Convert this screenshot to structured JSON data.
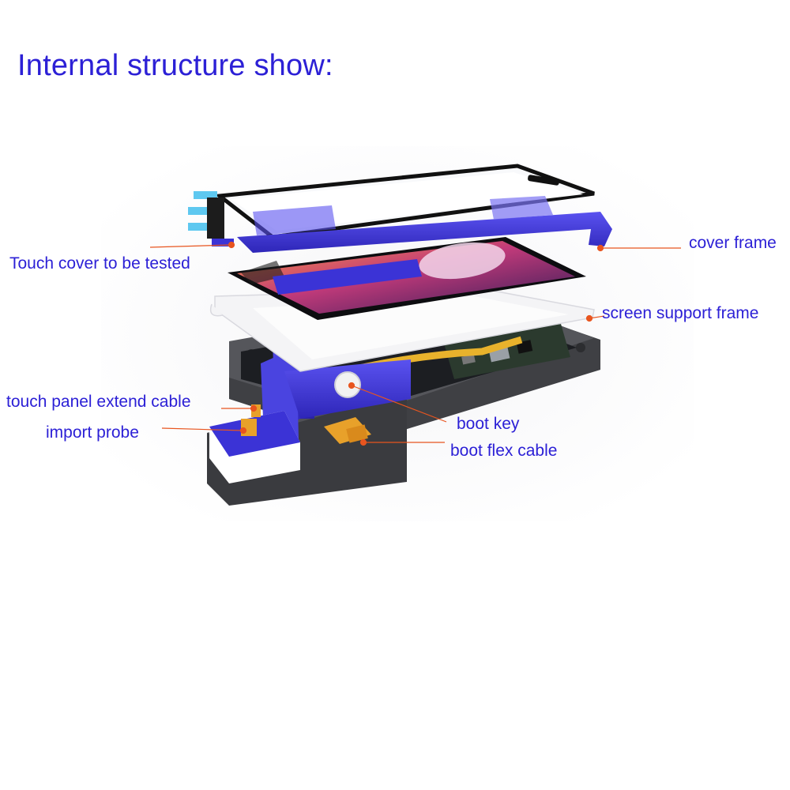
{
  "title": "Internal structure show:",
  "colors": {
    "text": "#2c20d6",
    "leader": "#e8551f",
    "accent_blue": "#3b33d6",
    "base_gray": "#4a4b4f",
    "flex_orange": "#e8a12a"
  },
  "callouts": {
    "cover_frame": "cover frame",
    "touch_cover": "Touch cover to be tested",
    "screen_support_frame": "screen support frame",
    "touch_panel_extend_cable": "touch panel extend cable",
    "boot_key": "boot key",
    "import_probe": "import probe",
    "boot_flex_cable": "boot flex cable"
  }
}
